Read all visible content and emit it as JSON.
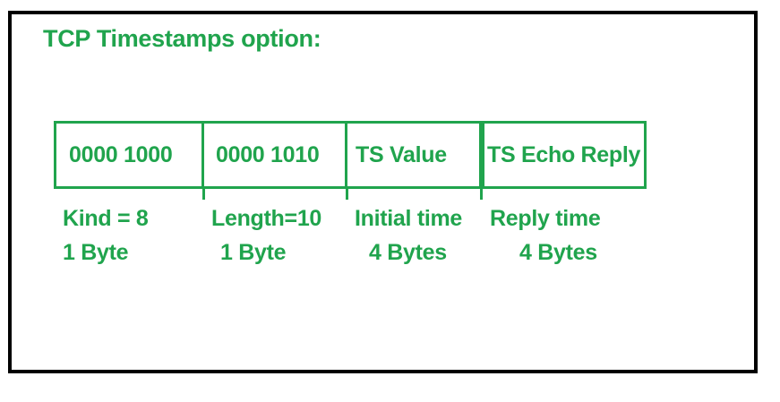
{
  "title": "TCP Timestamps option:",
  "colors": {
    "accent_green": "#20a44d",
    "frame_black": "#000000",
    "background": "#ffffff"
  },
  "fields": [
    {
      "box": "0000 1000",
      "label": "Kind = 8",
      "size": "1 Byte"
    },
    {
      "box": "0000 1010",
      "label": "Length=10",
      "size": "1 Byte"
    },
    {
      "box": "TS Value",
      "label": "Initial time",
      "size": "4 Bytes"
    },
    {
      "box": "TS Echo Reply",
      "label": "Reply time",
      "size": "4 Bytes"
    }
  ]
}
